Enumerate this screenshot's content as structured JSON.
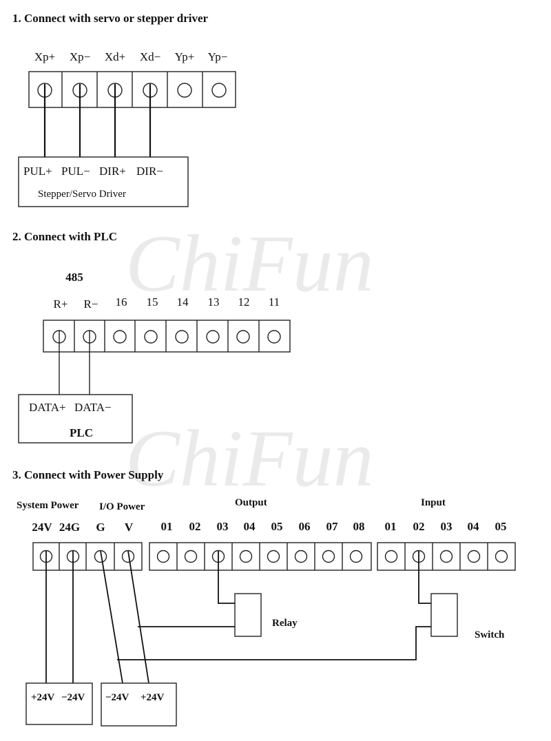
{
  "watermark": "ChiFun",
  "section1": {
    "heading": "1.  Connect with servo or stepper driver",
    "terminals": [
      "Xp+",
      "Xp−",
      "Xd+",
      "Xd−",
      "Yp+",
      "Yp−"
    ],
    "driver_pins": [
      "PUL+",
      "PUL−",
      "DIR+",
      "DIR−"
    ],
    "driver_name": "Stepper/Servo Driver"
  },
  "section2": {
    "heading": "2.  Connect with PLC",
    "group_label": "485",
    "terminals": [
      "R+",
      "R−",
      "16",
      "15",
      "14",
      "13",
      "12",
      "11"
    ],
    "plc_pins": [
      "DATA+",
      "DATA−"
    ],
    "plc_name": "PLC"
  },
  "section3": {
    "heading": "3.  Connect with Power Supply",
    "system_power_label": "System Power",
    "io_power_label": "I/O Power",
    "output_label": "Output",
    "input_label": "Input",
    "power_terminals": [
      "24V",
      "24G",
      "G",
      "V"
    ],
    "output_terminals": [
      "01",
      "02",
      "03",
      "04",
      "05",
      "06",
      "07",
      "08"
    ],
    "input_terminals": [
      "01",
      "02",
      "03",
      "04",
      "05"
    ],
    "relay_label": "Relay",
    "switch_label": "Switch",
    "supply1": [
      "+24V",
      "−24V"
    ],
    "supply2": [
      "−24V",
      "+24V"
    ]
  }
}
